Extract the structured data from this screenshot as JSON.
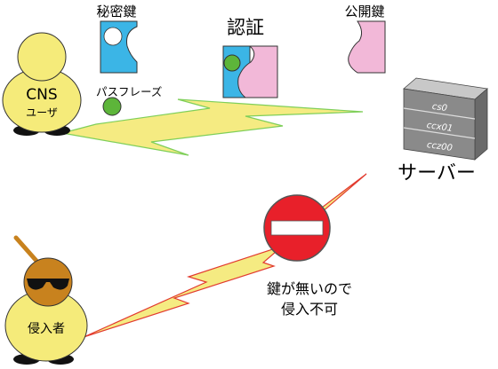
{
  "labels": {
    "private_key": "秘密鍵",
    "auth": "認証",
    "public_key": "公開鍵",
    "passphrase": "パスフレーズ",
    "server": "サーバー",
    "user_name": "CNS",
    "user_role": "ユーザ",
    "intruder": "侵入者",
    "denied_line1": "鍵が無いので",
    "denied_line2": "侵入不可"
  },
  "server_hosts": [
    "cs0",
    "ccx01",
    "ccz00"
  ],
  "colors": {
    "private_key": "#3bb5e6",
    "public_key": "#f2b8d8",
    "passphrase": "#5db53a",
    "penguin_body": "#f5eb7a",
    "intruder_head": "#c8821e",
    "bolt_fill": "#f5eb82",
    "bolt_stroke_ok": "#7fcf5a",
    "bolt_stroke_bad": "#e23b2f",
    "no_entry": "#e8202a",
    "server_body": "#8a8a8a"
  }
}
